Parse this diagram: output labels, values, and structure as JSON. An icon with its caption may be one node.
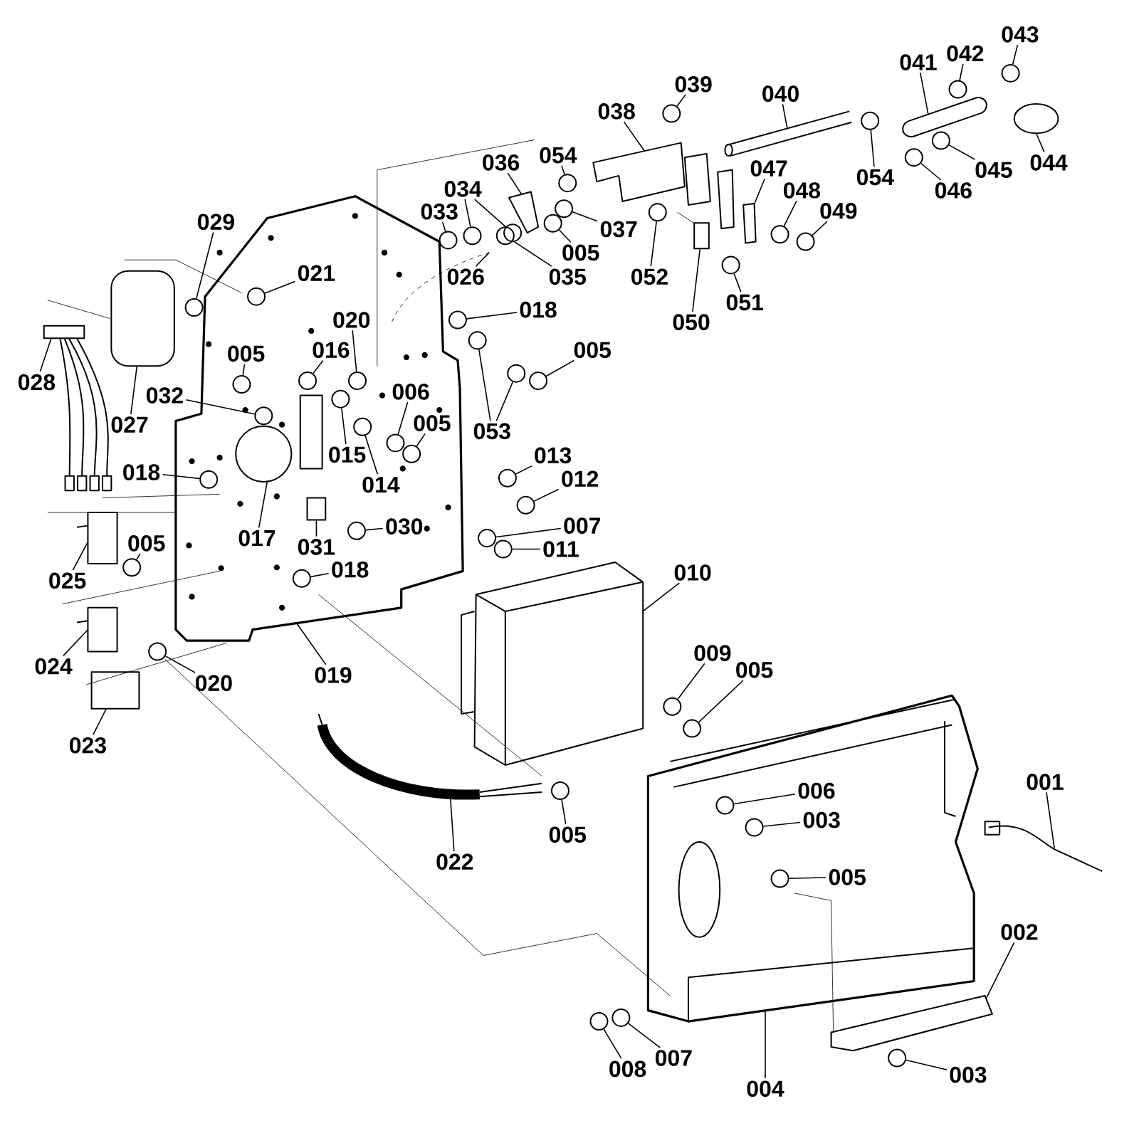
{
  "diagram": {
    "nodes": [
      {
        "text": [
          "043"
        ]
      },
      {
        "text": [
          "042"
        ]
      },
      {
        "text": [
          "041"
        ]
      },
      {
        "text": [
          "040"
        ]
      },
      {
        "text": [
          "039"
        ]
      },
      {
        "text": [
          "038"
        ]
      },
      {
        "text": [
          "054"
        ]
      },
      {
        "text": [
          "036"
        ]
      },
      {
        "text": [
          "034"
        ]
      },
      {
        "text": [
          "033"
        ]
      },
      {
        "text": [
          "037"
        ]
      },
      {
        "text": [
          "005"
        ]
      },
      {
        "text": [
          "026"
        ]
      },
      {
        "text": [
          "035"
        ]
      },
      {
        "text": [
          "052"
        ]
      },
      {
        "text": [
          "054"
        ]
      },
      {
        "text": [
          "044"
        ]
      },
      {
        "text": [
          "045"
        ]
      },
      {
        "text": [
          "046"
        ]
      },
      {
        "text": [
          "047"
        ]
      },
      {
        "text": [
          "048"
        ]
      },
      {
        "text": [
          "049"
        ]
      },
      {
        "text": [
          "050"
        ]
      },
      {
        "text": [
          "051"
        ]
      },
      {
        "text": [
          "029"
        ]
      },
      {
        "text": [
          "021"
        ]
      },
      {
        "text": [
          "028"
        ]
      },
      {
        "text": [
          "027"
        ]
      },
      {
        "text": [
          "020"
        ]
      },
      {
        "text": [
          "018"
        ]
      },
      {
        "text": [
          "005"
        ]
      },
      {
        "text": [
          "016"
        ]
      },
      {
        "text": [
          "032"
        ]
      },
      {
        "text": [
          "006"
        ]
      },
      {
        "text": [
          "005"
        ]
      },
      {
        "text": [
          "005"
        ]
      },
      {
        "text": [
          "015"
        ]
      },
      {
        "text": [
          "014"
        ]
      },
      {
        "text": [
          "053"
        ]
      },
      {
        "text": [
          "013"
        ]
      },
      {
        "text": [
          "012"
        ]
      },
      {
        "text": [
          "018"
        ]
      },
      {
        "text": [
          "017"
        ]
      },
      {
        "text": [
          "031"
        ]
      },
      {
        "text": [
          "030"
        ]
      },
      {
        "text": [
          "007"
        ]
      },
      {
        "text": [
          "011"
        ]
      },
      {
        "text": [
          "005"
        ]
      },
      {
        "text": [
          "025"
        ]
      },
      {
        "text": [
          "018"
        ]
      },
      {
        "text": [
          "010"
        ]
      },
      {
        "text": [
          "019"
        ]
      },
      {
        "text": [
          "024"
        ]
      },
      {
        "text": [
          "020"
        ]
      },
      {
        "text": [
          "023"
        ]
      },
      {
        "text": [
          "009"
        ]
      },
      {
        "text": [
          "005"
        ]
      },
      {
        "text": [
          "022"
        ]
      },
      {
        "text": [
          "005"
        ]
      },
      {
        "text": [
          "006"
        ]
      },
      {
        "text": [
          "003"
        ]
      },
      {
        "text": [
          "001"
        ]
      },
      {
        "text": [
          "005"
        ]
      },
      {
        "text": [
          "002"
        ]
      },
      {
        "text": [
          "008"
        ]
      },
      {
        "text": [
          "007"
        ]
      },
      {
        "text": [
          "004"
        ]
      },
      {
        "text": [
          "003"
        ]
      },
      {
        "text": [],
        "shape": "circle"
      },
      {
        "text": [],
        "shape": "circle"
      },
      {
        "text": [],
        "shape": "circle"
      },
      {
        "text": [],
        "shape": "circle"
      },
      {
        "text": [],
        "shape": "circle"
      },
      {
        "text": [],
        "shape": "circle"
      },
      {
        "text": [],
        "shape": "circle"
      },
      {
        "text": [],
        "shape": "circle"
      },
      {
        "text": [],
        "shape": "circle"
      },
      {
        "text": [],
        "shape": "circle"
      },
      {
        "text": [],
        "shape": "circle"
      },
      {
        "text": [],
        "shape": "circle"
      },
      {
        "text": [],
        "shape": "circle"
      },
      {
        "text": [],
        "shape": "circle"
      },
      {
        "text": [],
        "shape": "circle"
      },
      {
        "text": [],
        "shape": "circle"
      },
      {
        "text": [],
        "shape": "circle"
      },
      {
        "text": [],
        "shape": "circle"
      },
      {
        "text": [],
        "shape": "circle"
      },
      {
        "text": [],
        "shape": "circle"
      },
      {
        "text": [],
        "shape": "circle"
      },
      {
        "text": [],
        "shape": "circle"
      },
      {
        "text": [],
        "shape": "circle"
      },
      {
        "text": [],
        "shape": "circle"
      },
      {
        "text": [],
        "shape": "circle"
      },
      {
        "text": [],
        "shape": "circle"
      },
      {
        "text": [],
        "shape": "circle"
      },
      {
        "text": [],
        "shape": "circle"
      },
      {
        "text": [],
        "shape": "circle"
      },
      {
        "text": [],
        "shape": "circle"
      },
      {
        "text": [],
        "shape": "circle"
      },
      {
        "text": [],
        "shape": "circle"
      },
      {
        "text": [],
        "shape": "circle"
      },
      {
        "text": [],
        "shape": "circle"
      },
      {
        "text": [],
        "shape": "circle"
      },
      {
        "text": [],
        "shape": "circle"
      },
      {
        "text": [],
        "shape": "circle"
      },
      {
        "text": [],
        "shape": "circle"
      },
      {
        "text": [],
        "shape": "circle"
      },
      {
        "text": [],
        "shape": "circle"
      },
      {
        "text": [],
        "shape": "circle"
      },
      {
        "text": [],
        "shape": "circle"
      },
      {
        "text": [],
        "shape": "circle"
      },
      {
        "text": [],
        "shape": "circle"
      },
      {
        "text": [],
        "shape": "circle"
      },
      {
        "text": [],
        "shape": "circle"
      },
      {
        "text": [],
        "shape": "circle"
      },
      {
        "text": [],
        "shape": "circle"
      },
      {
        "text": [],
        "shape": "circle"
      },
      {
        "text": [],
        "shape": "box"
      },
      {
        "text": [],
        "shape": "box"
      },
      {
        "text": [],
        "shape": "box"
      },
      {
        "text": [],
        "shape": "bar"
      }
    ],
    "edges": [
      {
        "from": 0,
        "to": 68,
        "arrow": "none"
      },
      {
        "from": 1,
        "to": 69,
        "arrow": "none"
      },
      {
        "from": 2,
        "to": 120,
        "arrow": "none"
      },
      {
        "from": 3,
        "to": null,
        "arrow": "none"
      },
      {
        "from": 4,
        "to": 70,
        "arrow": "none"
      },
      {
        "from": 5,
        "to": null,
        "arrow": "none"
      },
      {
        "from": 6,
        "to": 71,
        "arrow": "none"
      },
      {
        "from": 7,
        "to": null,
        "arrow": "none"
      },
      {
        "from": 8,
        "to": 72,
        "arrow": "none"
      },
      {
        "from": 9,
        "to": 73,
        "arrow": "none"
      },
      {
        "from": 10,
        "to": 74,
        "arrow": "none"
      },
      {
        "from": 11,
        "to": 75,
        "arrow": "none"
      },
      {
        "from": 12,
        "to": null,
        "arrow": "none"
      },
      {
        "from": 13,
        "to": 76,
        "arrow": "none"
      },
      {
        "from": 14,
        "to": 77,
        "arrow": "none"
      },
      {
        "from": 15,
        "to": 78,
        "arrow": "none"
      },
      {
        "from": 16,
        "to": null,
        "arrow": "none"
      },
      {
        "from": 17,
        "to": 79,
        "arrow": "none"
      },
      {
        "from": 18,
        "to": 80,
        "arrow": "none"
      },
      {
        "from": 19,
        "to": null,
        "arrow": "none"
      },
      {
        "from": 20,
        "to": 81,
        "arrow": "none"
      },
      {
        "from": 21,
        "to": 82,
        "arrow": "none"
      },
      {
        "from": 22,
        "to": 117,
        "arrow": "none"
      },
      {
        "from": 23,
        "to": 83,
        "arrow": "none"
      },
      {
        "from": 24,
        "to": 84,
        "arrow": "none"
      },
      {
        "from": 25,
        "to": 85,
        "arrow": "none"
      },
      {
        "from": 26,
        "to": null,
        "arrow": "none"
      },
      {
        "from": 27,
        "to": 119,
        "arrow": "none"
      },
      {
        "from": 28,
        "to": 86,
        "arrow": "none"
      },
      {
        "from": 29,
        "to": 87,
        "arrow": "none"
      },
      {
        "from": 30,
        "to": 88,
        "arrow": "none"
      },
      {
        "from": 31,
        "to": 89,
        "arrow": "none"
      },
      {
        "from": 32,
        "to": 90,
        "arrow": "none"
      },
      {
        "from": 33,
        "to": 91,
        "arrow": "none"
      },
      {
        "from": 34,
        "to": 92,
        "arrow": "none"
      },
      {
        "from": 35,
        "to": 93,
        "arrow": "none"
      },
      {
        "from": 36,
        "to": 94,
        "arrow": "none"
      },
      {
        "from": 37,
        "to": 95,
        "arrow": "none"
      },
      {
        "from": 38,
        "to": 96,
        "arrow": "none"
      },
      {
        "from": 39,
        "to": 97,
        "arrow": "none"
      },
      {
        "from": 40,
        "to": 98,
        "arrow": "none"
      },
      {
        "from": 41,
        "to": 99,
        "arrow": "none"
      },
      {
        "from": 42,
        "to": null,
        "arrow": "none"
      },
      {
        "from": 43,
        "to": 118,
        "arrow": "none"
      },
      {
        "from": 44,
        "to": 100,
        "arrow": "none"
      },
      {
        "from": 45,
        "to": 101,
        "arrow": "none"
      },
      {
        "from": 46,
        "to": 102,
        "arrow": "none"
      },
      {
        "from": 47,
        "to": 103,
        "arrow": "none"
      },
      {
        "from": 48,
        "to": null,
        "arrow": "none"
      },
      {
        "from": 49,
        "to": 104,
        "arrow": "none"
      },
      {
        "from": 50,
        "to": null,
        "arrow": "none"
      },
      {
        "from": 51,
        "to": null,
        "arrow": "none"
      },
      {
        "from": 52,
        "to": null,
        "arrow": "none"
      },
      {
        "from": 53,
        "to": 105,
        "arrow": "none"
      },
      {
        "from": 54,
        "to": null,
        "arrow": "none"
      },
      {
        "from": 55,
        "to": 106,
        "arrow": "none"
      },
      {
        "from": 56,
        "to": 107,
        "arrow": "none"
      },
      {
        "from": 57,
        "to": null,
        "arrow": "none"
      },
      {
        "from": 58,
        "to": 108,
        "arrow": "none"
      },
      {
        "from": 59,
        "to": 109,
        "arrow": "none"
      },
      {
        "from": 60,
        "to": 110,
        "arrow": "none"
      },
      {
        "from": 61,
        "to": null,
        "arrow": "none"
      },
      {
        "from": 62,
        "to": 111,
        "arrow": "none"
      },
      {
        "from": 63,
        "to": null,
        "arrow": "none"
      },
      {
        "from": 64,
        "to": 112,
        "arrow": "none"
      },
      {
        "from": 65,
        "to": 113,
        "arrow": "none"
      },
      {
        "from": 66,
        "to": null,
        "arrow": "none"
      },
      {
        "from": 67,
        "to": 114,
        "arrow": "none"
      },
      {
        "from": 8,
        "to": 115,
        "arrow": "none"
      },
      {
        "from": 38,
        "to": 116,
        "arrow": "none"
      }
    ]
  }
}
